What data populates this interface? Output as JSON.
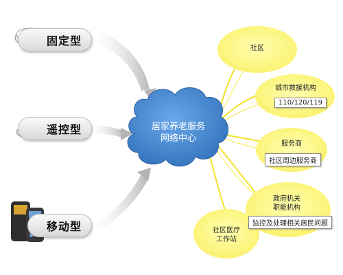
{
  "terminals": [
    {
      "label": "固定型",
      "icon": "fixed-terminal-icon"
    },
    {
      "label": "遥控型",
      "icon": "remote-terminal-icon"
    },
    {
      "label": "移动型",
      "icon": "mobile-phone-icon"
    }
  ],
  "center": {
    "line1": "居家养老服务",
    "line2": "网络中心"
  },
  "nodes": {
    "community": {
      "title": "社区"
    },
    "emergency": {
      "title": "城市救援机构",
      "box": "110/120/119"
    },
    "service": {
      "title": "服务商",
      "box": "社区周边服务商"
    },
    "government": {
      "title_line1": "政府机关",
      "title_line2": "职能机构",
      "box": "监控及处理相关居民问题"
    },
    "medical": {
      "title_line1": "社区医疗",
      "title_line2": "工作站"
    }
  },
  "colors": {
    "bubble": "#ffff8c",
    "cloud": "#4d8fd6",
    "ray": "#f2e12a"
  }
}
